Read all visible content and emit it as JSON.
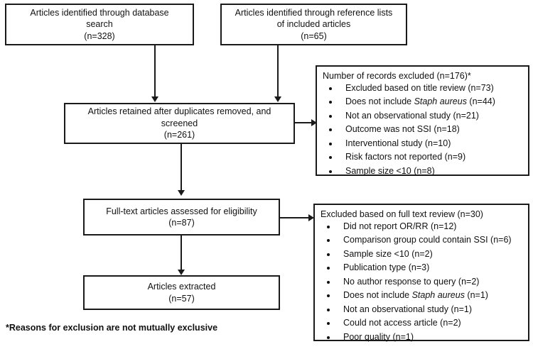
{
  "diagram": {
    "title": "PRISMA study selection flow diagram",
    "colors": {
      "line": "#1a1a1a",
      "text": "#111111",
      "background": "#ffffff"
    },
    "footnote": "*Reasons for exclusion are not mutually exclusive"
  },
  "boxes": {
    "database_search": {
      "line1": "Articles identified through database",
      "line2": "search",
      "line3": "(n=328)",
      "n": 328
    },
    "reference_lists": {
      "line1": "Articles identified through reference lists",
      "line2": "of included articles",
      "line3": "(n=65)",
      "n": 65
    },
    "retained": {
      "line1": "Articles retained after duplicates removed, and",
      "line2": "screened",
      "line3": "(n=261)",
      "n": 261
    },
    "fulltext": {
      "line1": "Full-text articles assessed for eligibility",
      "line2": "(n=87)",
      "n": 87
    },
    "extracted": {
      "line1": "Articles extracted",
      "line2": "(n=57)",
      "n": 57
    }
  },
  "excluded_records": {
    "heading": "Number of records excluded (n=176)*",
    "n": 176,
    "items": [
      {
        "pre": "Excluded based on title review (n=73)",
        "italic": "",
        "post": "",
        "n": 73
      },
      {
        "pre": "Does not include ",
        "italic": "Staph aureus",
        "post": " (n=44)",
        "n": 44
      },
      {
        "pre": "Not an observational study (n=21)",
        "italic": "",
        "post": "",
        "n": 21
      },
      {
        "pre": "Outcome was not SSI (n=18)",
        "italic": "",
        "post": "",
        "n": 18
      },
      {
        "pre": "Interventional study (n=10)",
        "italic": "",
        "post": "",
        "n": 10
      },
      {
        "pre": "Risk factors not reported (n=9)",
        "italic": "",
        "post": "",
        "n": 9
      },
      {
        "pre": "Sample size <10 (n=8)",
        "italic": "",
        "post": "",
        "n": 8
      }
    ]
  },
  "excluded_fulltext": {
    "heading": "Excluded based on full text review (n=30)",
    "n": 30,
    "items": [
      {
        "pre": "Did not report OR/RR (n=12)",
        "italic": "",
        "post": "",
        "n": 12
      },
      {
        "pre": "Comparison group could contain SSI (n=6)",
        "italic": "",
        "post": "",
        "n": 6
      },
      {
        "pre": "Sample size <10 (n=2)",
        "italic": "",
        "post": "",
        "n": 2
      },
      {
        "pre": "Publication type (n=3)",
        "italic": "",
        "post": "",
        "n": 3
      },
      {
        "pre": "No author response to query (n=2)",
        "italic": "",
        "post": "",
        "n": 2
      },
      {
        "pre": "Does not include ",
        "italic": "Staph aureus",
        "post": " (n=1)",
        "n": 1
      },
      {
        "pre": "Not an observational study (n=1)",
        "italic": "",
        "post": "",
        "n": 1
      },
      {
        "pre": "Could not access article (n=2)",
        "italic": "",
        "post": "",
        "n": 2
      },
      {
        "pre": "Poor quality (n=1)",
        "italic": "",
        "post": "",
        "n": 1
      }
    ]
  }
}
